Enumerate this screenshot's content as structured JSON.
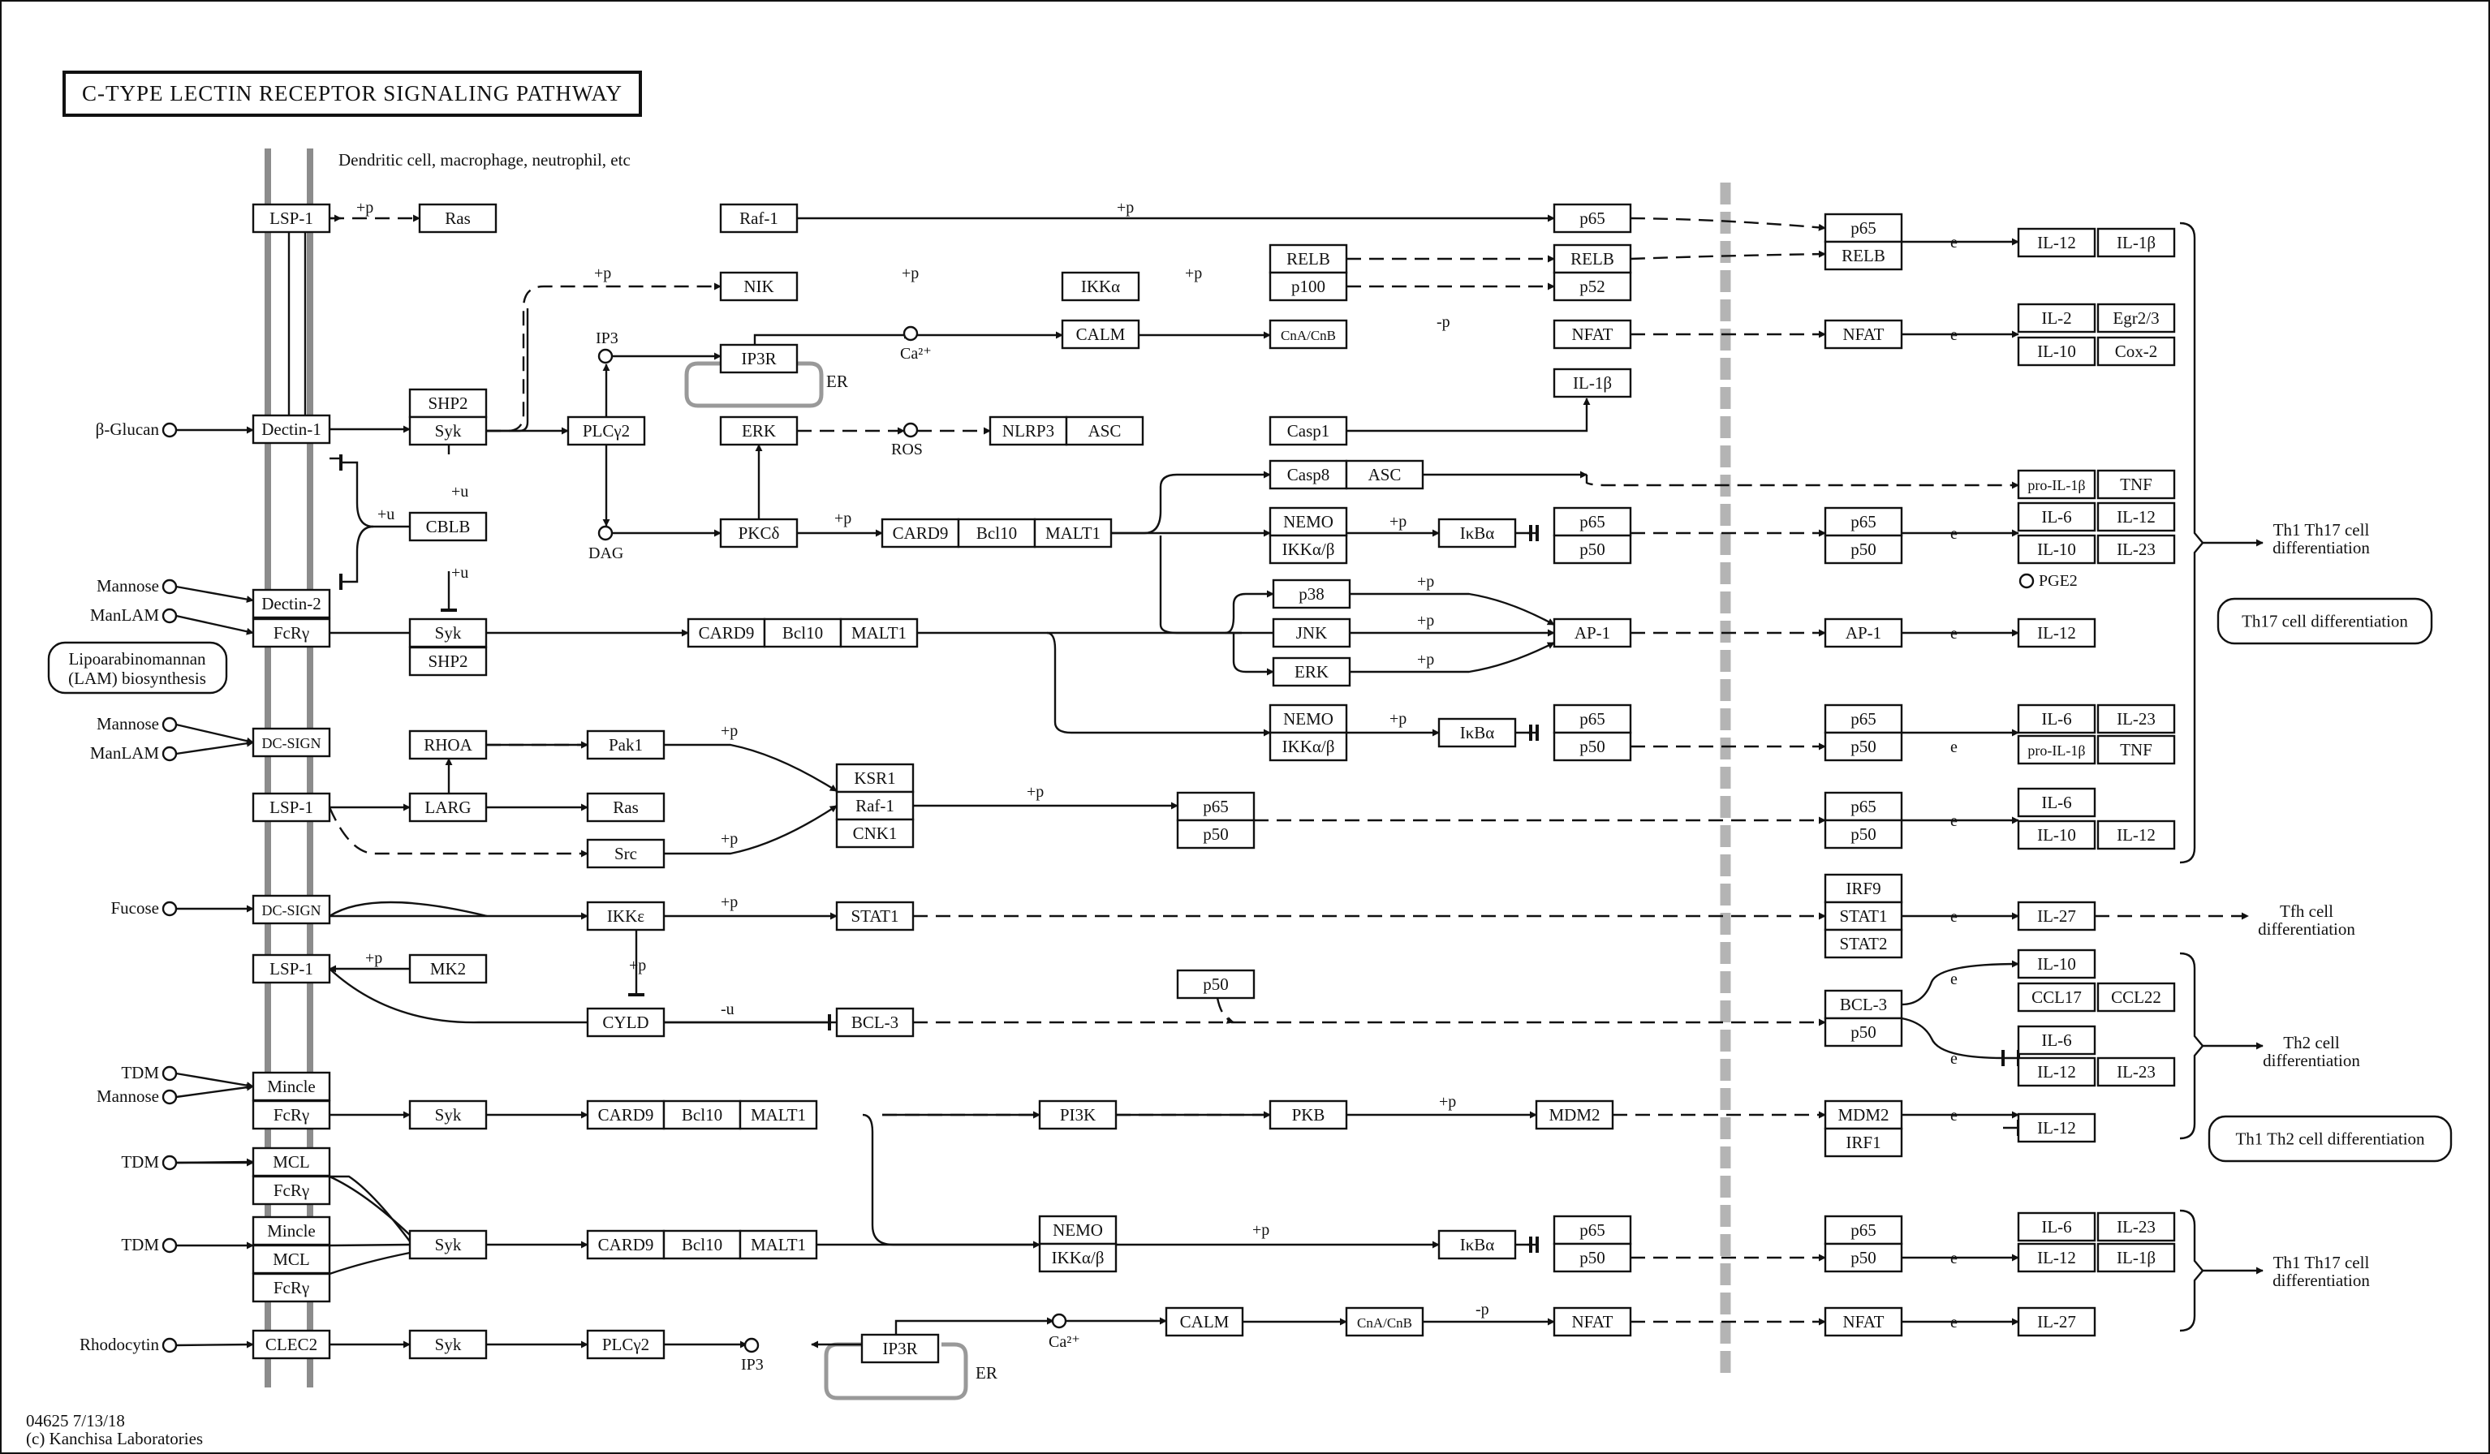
{
  "title": "C-TYPE LECTIN RECEPTOR SIGNALING PATHWAY",
  "cell_types": "Dendritic cell, macrophage, neutrophil, etc",
  "footer": {
    "id": "04625 7/13/18",
    "copyright": "(c) Kanchisa Laboratories"
  },
  "colors": {
    "line": "#111111",
    "membrane": "#8c8c8c",
    "nucleus": "#b4b4b4",
    "er": "#999999"
  },
  "ligands": {
    "bglucan": "β-Glucan",
    "mannose": "Mannose",
    "manlam": "ManLAM",
    "fucose": "Fucose",
    "tdm": "TDM",
    "rhodocytin": "Rhodocytin"
  },
  "receptors": {
    "lsp1": "LSP-1",
    "dectin1": "Dectin-1",
    "dectin2": "Dectin-2",
    "fcrg": "FcRγ",
    "dcsign": "DC-SIGN",
    "mincle": "Mincle",
    "mcl": "MCL",
    "clec2": "CLEC2"
  },
  "genes": {
    "ras": "Ras",
    "raf1": "Raf-1",
    "p65": "p65",
    "p50": "p50",
    "relb": "RELB",
    "p100": "p100",
    "p52": "p52",
    "nik": "NIK",
    "ikka": "IKKα",
    "ip3": "IP3",
    "ip3r": "IP3R",
    "ca": "Ca²⁺",
    "calm": "CALM",
    "cna": "CnA/CnB",
    "nfat": "NFAT",
    "il1b": "IL-1β",
    "shp2": "SHP2",
    "syk": "Syk",
    "plcg2": "PLCγ2",
    "erk": "ERK",
    "ros": "ROS",
    "nlrp3": "NLRP3",
    "asc": "ASC",
    "casp1": "Casp1",
    "casp8": "Casp8",
    "dag": "DAG",
    "pkcd": "PKCδ",
    "card9": "CARD9",
    "bcl10": "Bcl10",
    "malt1": "MALT1",
    "nemo": "NEMO",
    "ikkab": "IKKα/β",
    "ikba": "IκBα",
    "cblb": "CBLB",
    "p38": "p38",
    "jnk": "JNK",
    "ap1": "AP-1",
    "rhoa": "RHOA",
    "pak1": "Pak1",
    "larg": "LARG",
    "src": "Src",
    "ksr1": "KSR1",
    "cnk1": "CNK1",
    "ikke": "IKKε",
    "stat1": "STAT1",
    "stat2": "STAT2",
    "irf9": "IRF9",
    "mk2": "MK2",
    "cyld": "CYLD",
    "bcl3": "BCL-3",
    "pi3k": "PI3K",
    "pkb": "PKB",
    "mdm2": "MDM2",
    "irf1": "IRF1"
  },
  "targets": {
    "il12": "IL-12",
    "il1b": "IL-1β",
    "il2": "IL-2",
    "egr": "Egr2/3",
    "il10": "IL-10",
    "cox2": "Cox-2",
    "proil1b": "pro-IL-1β",
    "tnf": "TNF",
    "il6": "IL-6",
    "il23": "IL-23",
    "pge2": "PGE2",
    "il27": "IL-27",
    "ccl17": "CCL17",
    "ccl22": "CCL22"
  },
  "outcomes": {
    "th1th17": "Th1 Th17 cell differentiation",
    "th17": "Th17 cell differentiation",
    "tfh": "Tfh cell differentiation",
    "th2": "Th2 cell differentiation",
    "th1th2": "Th1 Th2  cell differentiation"
  },
  "lam_box": "Lipoarabinomannan (LAM) biosynthesis",
  "er_label": "ER",
  "edge_labels": {
    "p": "+p",
    "u": "+u",
    "mp": "-p",
    "mu": "-u",
    "e": "e"
  }
}
